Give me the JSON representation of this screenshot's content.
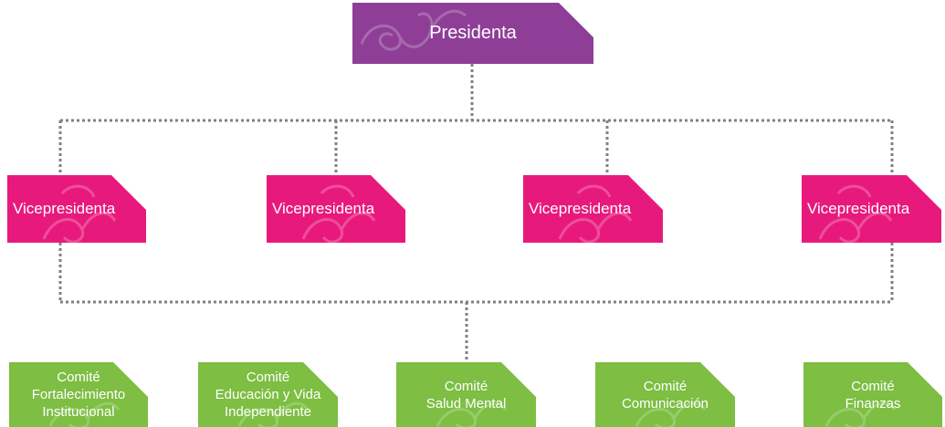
{
  "colors": {
    "president": "#8f3e97",
    "vice": "#e8197d",
    "committee": "#7dbe43",
    "connector": "#808080"
  },
  "president": {
    "label": "Presidenta"
  },
  "vicepresidents": [
    {
      "label": "Vicepresidenta"
    },
    {
      "label": "Vicepresidenta"
    },
    {
      "label": "Vicepresidenta"
    },
    {
      "label": "Vicepresidenta"
    }
  ],
  "committees": [
    {
      "lines": [
        "Comité",
        "Fortalecimiento",
        "Institucional"
      ]
    },
    {
      "lines": [
        "Comité",
        "Educación y Vida",
        "Independiente"
      ]
    },
    {
      "lines": [
        "Comité",
        "Salud Mental"
      ]
    },
    {
      "lines": [
        "Comité",
        "Comunicación"
      ]
    },
    {
      "lines": [
        "Comité",
        "Finanzas"
      ]
    }
  ]
}
